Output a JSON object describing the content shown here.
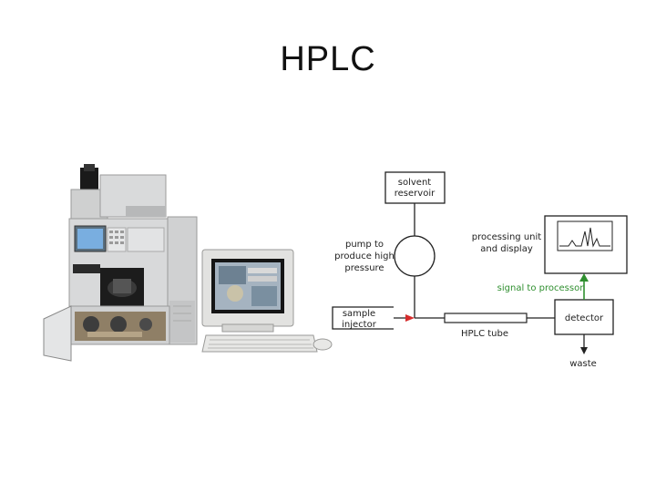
{
  "slide": {
    "title": "HPLC"
  },
  "diagram": {
    "solvent_reservoir": [
      "solvent",
      "reservoir"
    ],
    "pump": [
      "pump to",
      "produce high",
      "pressure"
    ],
    "sample_injector": [
      "sample",
      "injector"
    ],
    "hplc_tube": "HPLC tube",
    "detector": "detector",
    "waste": "waste",
    "signal": "signal to processor",
    "processing_unit": [
      "processing unit",
      "and display"
    ]
  },
  "colors": {
    "signal_arrow": "#2f8f2f",
    "injection_arrow": "#d62b2b",
    "line": "#222222"
  },
  "photo": {
    "subject": "HPLC instrument with computer workstation"
  }
}
